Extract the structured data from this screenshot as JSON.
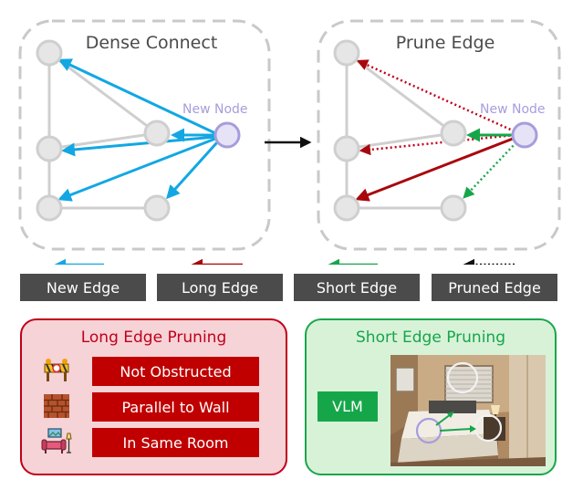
{
  "panels": {
    "dense_title": "Dense Connect",
    "prune_title": "Prune Edge",
    "new_node_label": "New Node"
  },
  "legend": [
    {
      "label": "New Edge",
      "color": "#12a7e3",
      "style": "solid"
    },
    {
      "label": "Long Edge",
      "color": "#a8070d",
      "style": "solid"
    },
    {
      "label": "Short Edge",
      "color": "#16a64a",
      "style": "solid"
    },
    {
      "label": "Pruned Edge",
      "color": "#000000",
      "style": "dotted"
    }
  ],
  "long_edge_pruning": {
    "title": "Long Edge Pruning",
    "rules": [
      {
        "label": "Not Obstructed",
        "icon": "construction-barrier-icon"
      },
      {
        "label": "Parallel to Wall",
        "icon": "brick-wall-icon"
      },
      {
        "label": "In Same Room",
        "icon": "living-room-icon"
      }
    ]
  },
  "short_edge_pruning": {
    "title": "Short Edge Pruning",
    "vlm_label": "VLM",
    "image": "bedroom-photo"
  },
  "colors": {
    "new_edge": "#12a7e3",
    "long_edge": "#a8070d",
    "short_edge": "#16a64a",
    "pruned_dotted_red": "#c0001a",
    "pruned_dotted_green": "#16a64a",
    "new_node": "#a79ddc",
    "node": "#e6e6e6",
    "long_box_bg": "#f6d3d7",
    "short_box_bg": "#d8f2d8"
  }
}
